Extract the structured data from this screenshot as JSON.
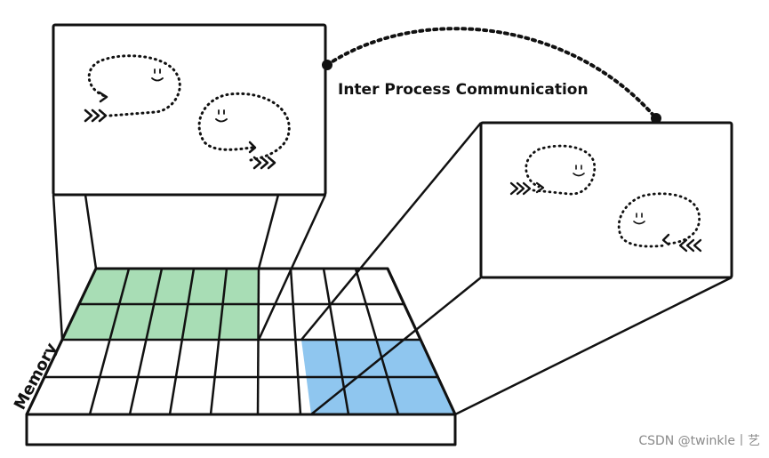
{
  "diagram": {
    "connection_label": "Inter Process Communication",
    "memory_label": "Memory",
    "watermark": "CSDN @twinkle丨艺"
  },
  "colors": {
    "stroke": "#111111",
    "process_a_memory": "#a8ddb5",
    "process_b_memory": "#8fc6ef",
    "background": "#ffffff"
  },
  "icons": {
    "thread": "dotted-loop-with-smiley",
    "thread_arrow": "double-chevron-arrow"
  }
}
